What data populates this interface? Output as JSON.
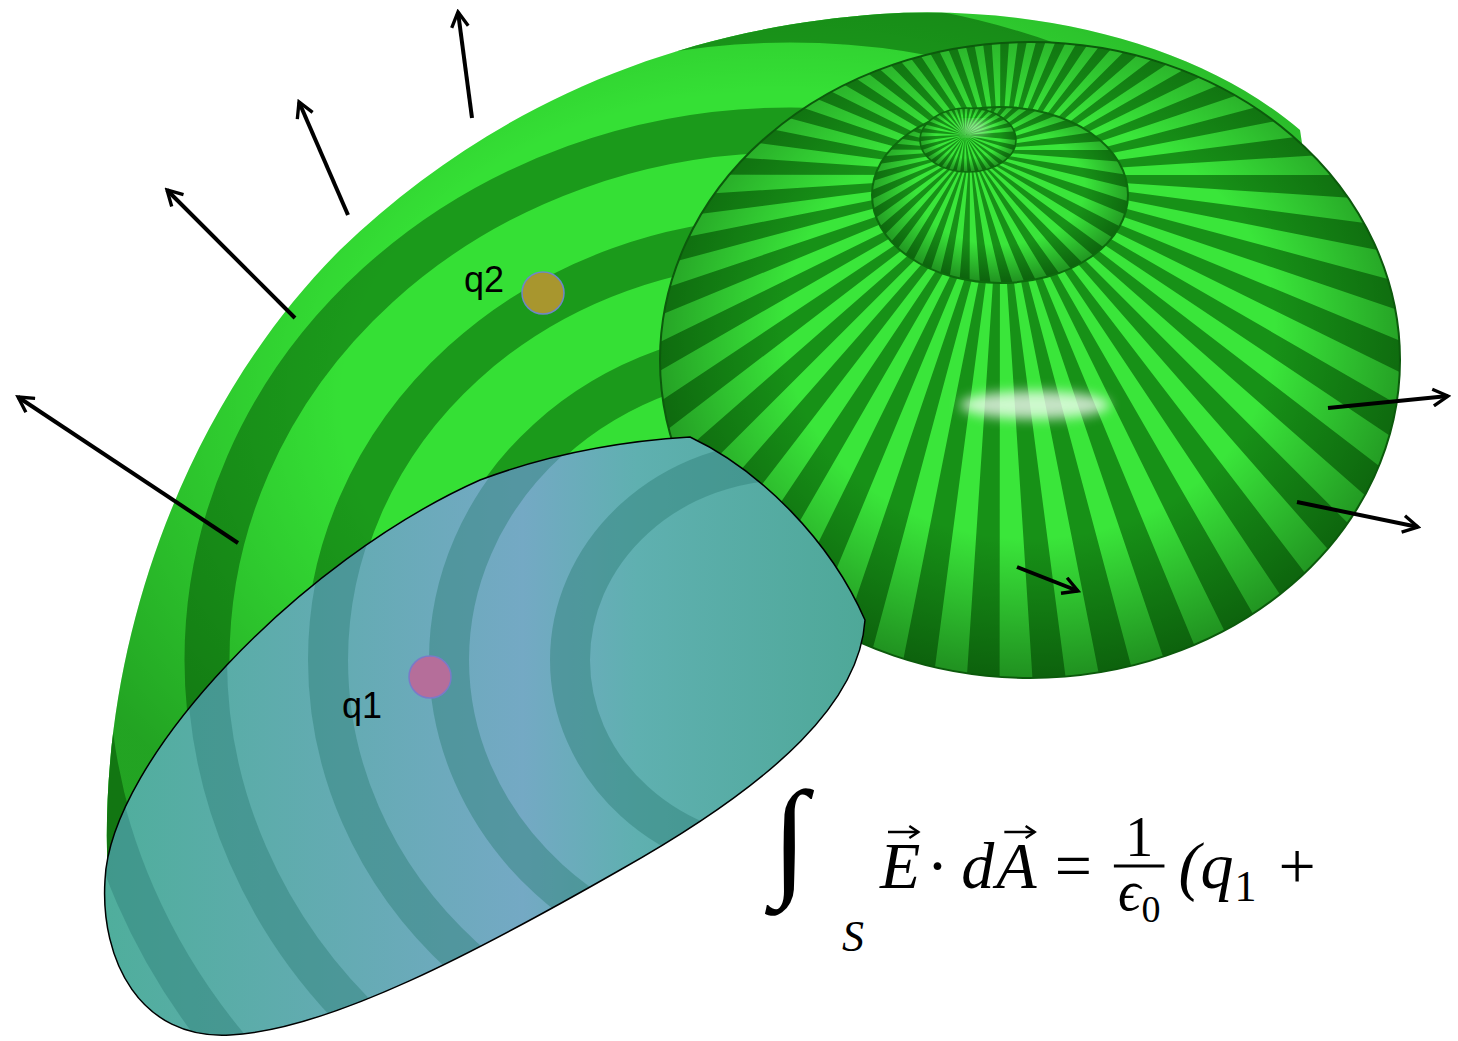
{
  "diagram": {
    "labels": [
      "q2",
      "q1",
      "∫",
      "S",
      "E",
      "· d",
      "A",
      "=",
      "1",
      "ϵ",
      "0",
      "(q",
      "1",
      "+"
    ]
  }
}
